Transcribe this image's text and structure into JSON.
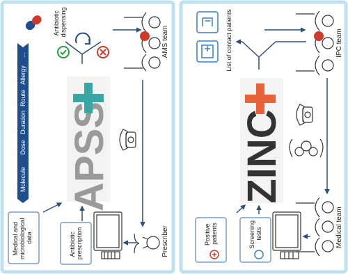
{
  "left_panel": {
    "brand_text": "APSS",
    "decision_tree": [
      "Molecule",
      "Dose",
      "Duration",
      "Route",
      "Allergy",
      "..."
    ],
    "labels": {
      "medical_data": [
        "Medical and",
        "microbiological",
        "data"
      ],
      "antibiotic_prescription": [
        "Antibiotic",
        "prescription"
      ],
      "prescriber": "Prescriber",
      "ams_team": "AMS team",
      "antibiotic_dispensing": [
        "Antibiotic",
        "dispensing"
      ]
    },
    "icons": [
      "pill-capsule-icon",
      "check-circle-icon",
      "cross-circle-icon",
      "refresh-icon",
      "stethoscope-icon",
      "telephone-icon",
      "computer-icon",
      "doctor-icon",
      "group-icon"
    ]
  },
  "right_panel": {
    "brand_text": "ZINC",
    "labels": {
      "list_of_contact_patients": "List of contact patients",
      "ipc_team": "IPC team",
      "medical_team": "Medical team",
      "positive_patients": [
        "Positive",
        "patients"
      ],
      "screening_tests": [
        "Screening",
        "tests"
      ]
    },
    "icons": [
      "bed-icon",
      "hospital-icon",
      "telephone-icon",
      "group-icon",
      "computer-icon",
      "plus-icon",
      "search-icon"
    ]
  },
  "colors": {
    "panel_border": "#bfe0ee",
    "brand_grey": "#9a9a9a",
    "brand_dark": "#333333",
    "teal": "#3aa7a4",
    "orange": "#e8623a",
    "navy": "#1f4e8c",
    "arrow": "#2d4f7a"
  }
}
